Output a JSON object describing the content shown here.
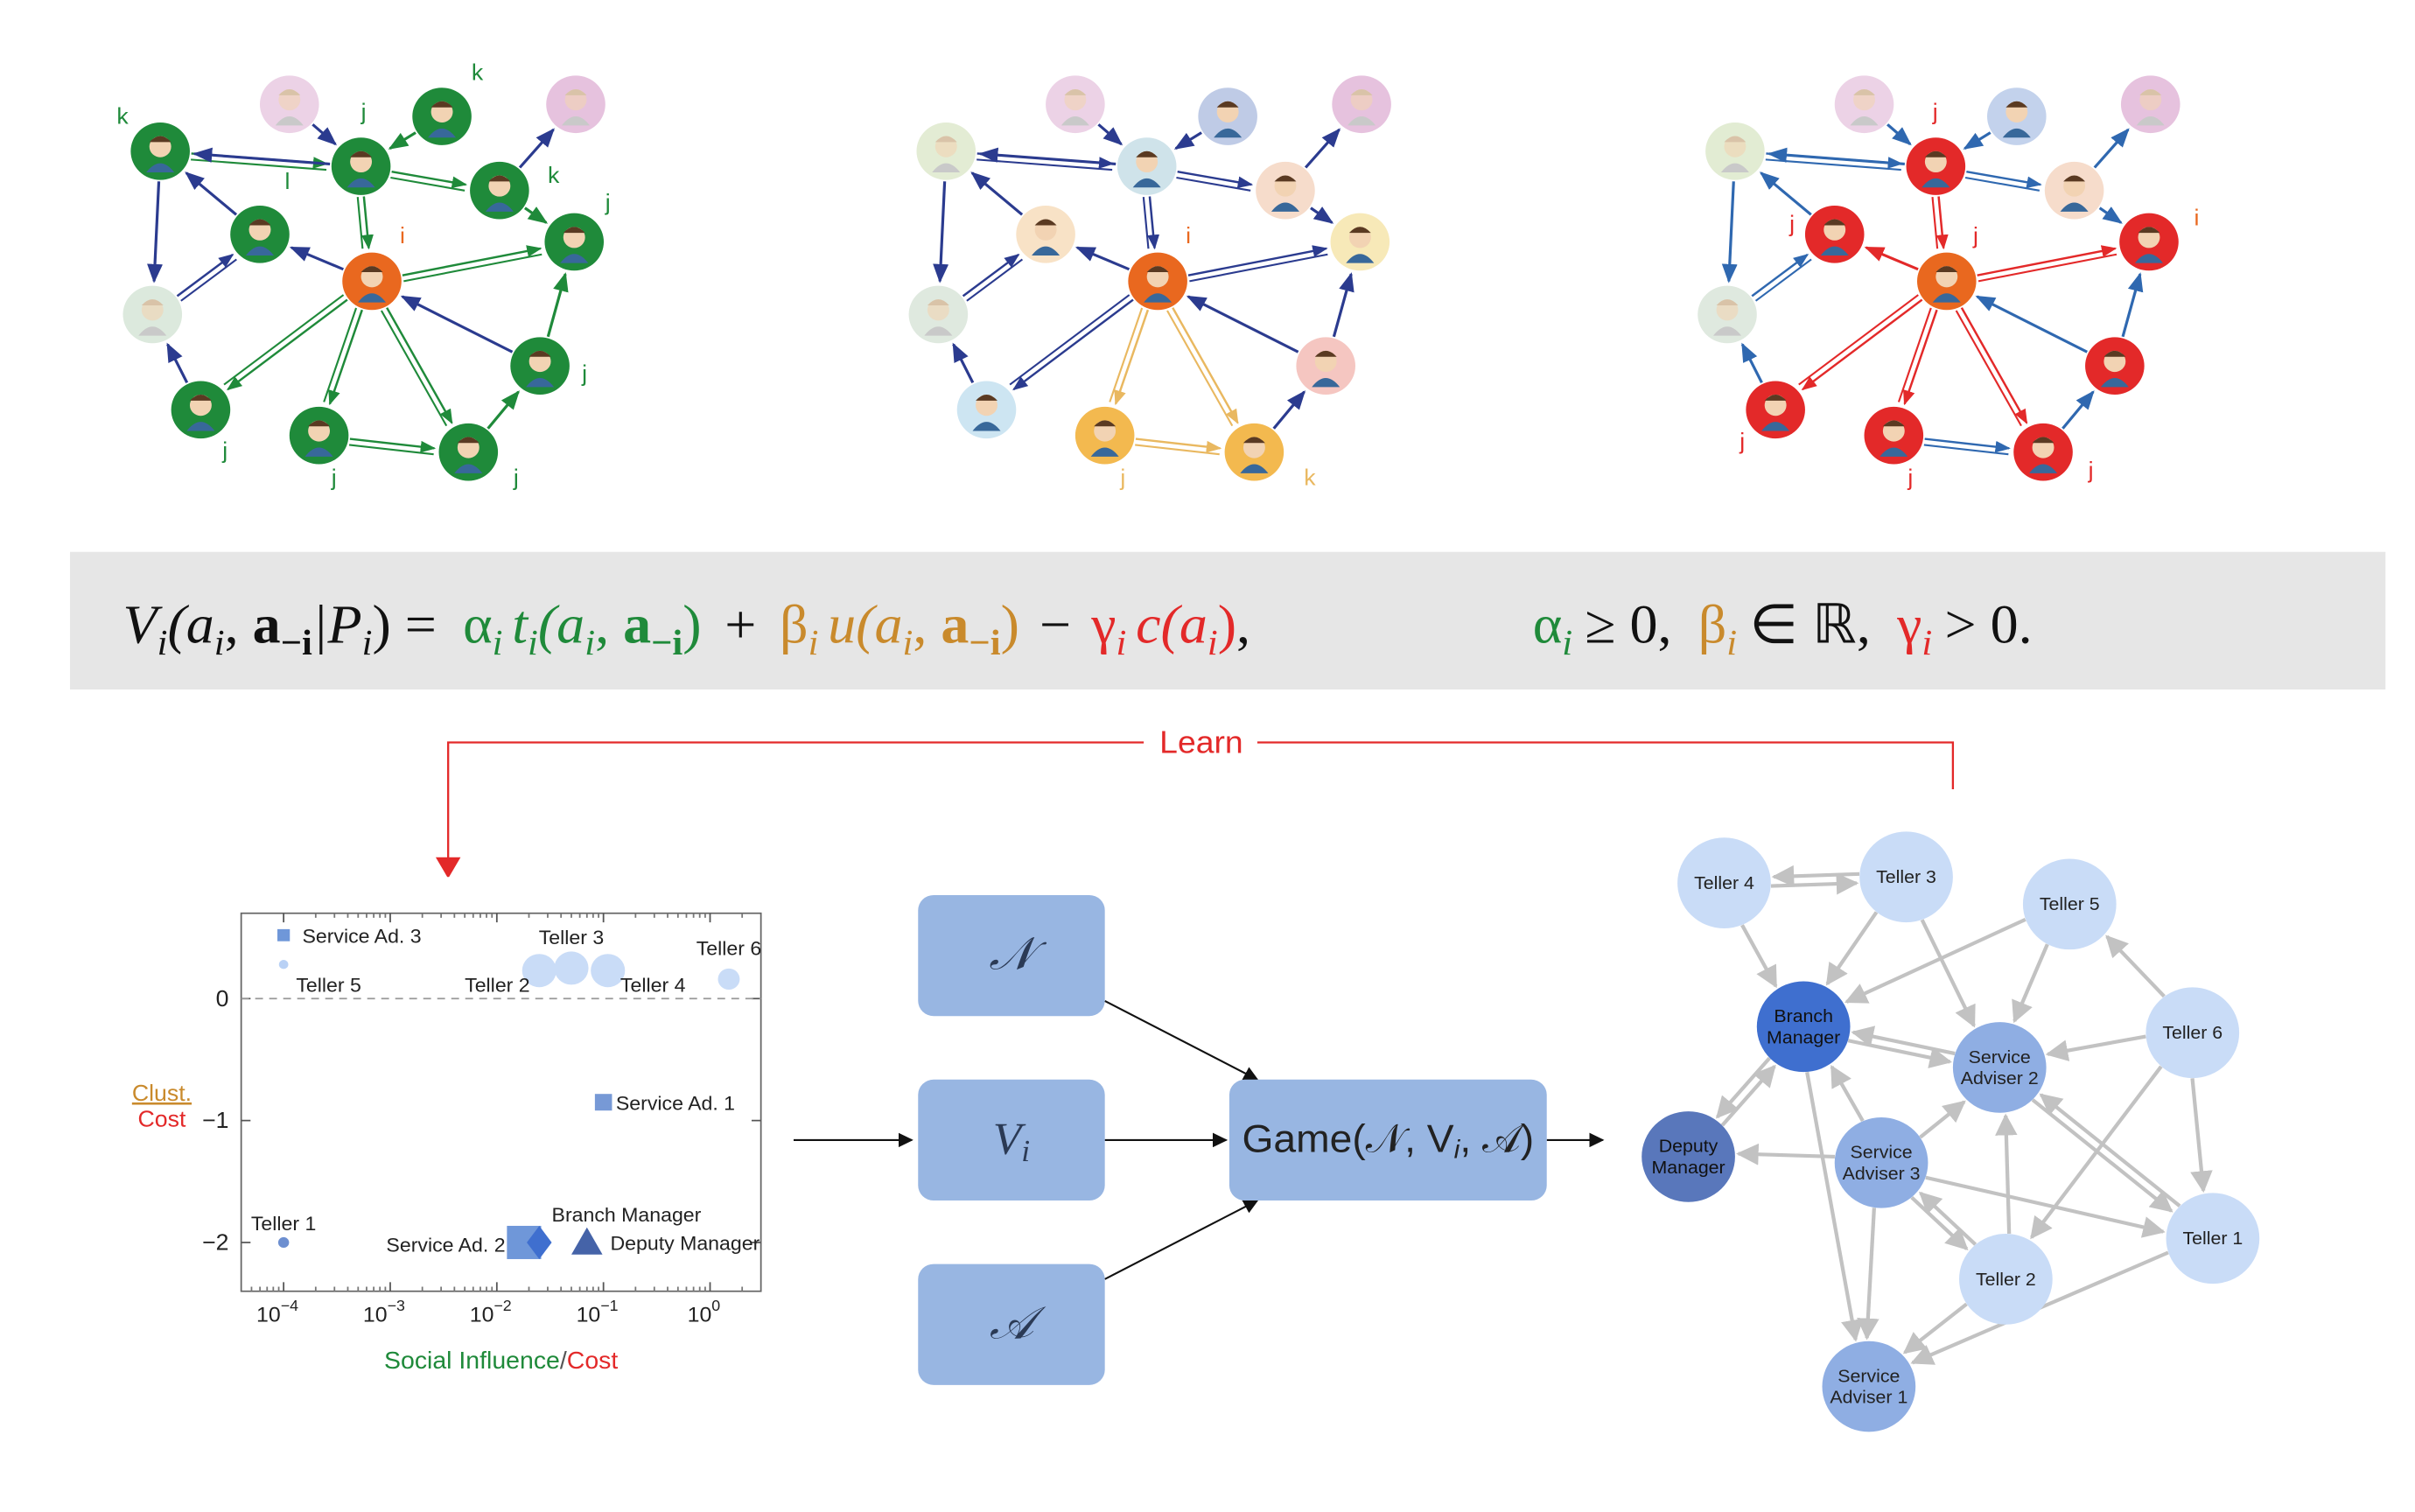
{
  "colors": {
    "green": "#1f8a3a",
    "orange": "#e9681f",
    "tan": "#c98a2c",
    "red": "#e32929",
    "navy": "#2b3b8f",
    "steel": "#2f68b0",
    "lightblue": "#c9dcf7",
    "midblue": "#8faee3",
    "darkblue": "#3f6fcf",
    "slateblue": "#5977bb",
    "boxblue": "#98b6e2",
    "eqbg": "#e6e6e6"
  },
  "equation": {
    "lhs": "V",
    "lhs_sub": "i",
    "lhs_args": "(a",
    "lhs_args2": ", ",
    "a_vec": "a",
    "minus_i": "−i",
    "cond": "|P",
    "close": ") =",
    "alpha": "α",
    "t_term": "t",
    "args": "(a",
    "beta": "β",
    "u_term": "u",
    "gamma": "γ",
    "c_term": "c",
    "c_args": "(a",
    "plus": "+",
    "minus": "−",
    "close_paren": ")",
    "comma": ",",
    "alpha_cond": "≥ 0,",
    "beta_cond": "∈ ℝ,",
    "gamma_cond": "> 0."
  },
  "learn_label": "Learn",
  "networks": {
    "panel1_labels": [
      "k",
      "j",
      "k",
      "k",
      "l",
      "i",
      "j",
      "j",
      "j",
      "j",
      "j"
    ],
    "panel2_labels": [
      "i",
      "j",
      "k"
    ],
    "panel3_labels": [
      "j",
      "j",
      "i",
      "j",
      "j",
      "j",
      "j"
    ]
  },
  "chart_data": {
    "type": "scatter",
    "xscale": "log",
    "xlabel_part1": "Social Influence",
    "xlabel_sep": "/",
    "xlabel_part2": "Cost",
    "ylabel_num": "Clust.",
    "ylabel_den": "Cost",
    "x_ticks": [
      "10",
      "10",
      "10",
      "10",
      "10",
      "10"
    ],
    "x_tick_exps": [
      "−4",
      "−3",
      "−2",
      "−1",
      "0",
      ""
    ],
    "y_ticks": [
      "0",
      "−1",
      "−2"
    ],
    "ylim": [
      -2.4,
      0.7
    ],
    "xlim": [
      4e-05,
      3
    ],
    "grid": false,
    "reference_line_y": 0,
    "points": [
      {
        "label": "Service Ad. 3",
        "x": 0.0001,
        "y": 0.52,
        "marker": "square"
      },
      {
        "label": "Teller 5",
        "x": 0.0001,
        "y": 0.28,
        "marker": "circle"
      },
      {
        "label": "Teller 3",
        "x": 0.05,
        "y": 0.25,
        "marker": "circle"
      },
      {
        "label": "Teller 2",
        "x": 0.025,
        "y": 0.23,
        "marker": "circle"
      },
      {
        "label": "Teller 4",
        "x": 0.11,
        "y": 0.23,
        "marker": "circle"
      },
      {
        "label": "Teller 6",
        "x": 1.5,
        "y": 0.16,
        "marker": "circle"
      },
      {
        "label": "Service Ad. 1",
        "x": 0.1,
        "y": -0.85,
        "marker": "square"
      },
      {
        "label": "Teller 1",
        "x": 0.0001,
        "y": -2.0,
        "marker": "circle"
      },
      {
        "label": "Service Ad. 2",
        "x": 0.018,
        "y": -2.0,
        "marker": "square"
      },
      {
        "label": "Branch Manager",
        "x": 0.025,
        "y": -2.0,
        "marker": "diamond"
      },
      {
        "label": "Deputy Manager",
        "x": 0.07,
        "y": -2.0,
        "marker": "triangle"
      }
    ]
  },
  "boxes": {
    "n_label": "𝒩",
    "v_label": "V",
    "v_sub": "i",
    "a_label": "𝒜",
    "game_label": "Game(𝒩, V",
    "game_sub": "i",
    "game_tail": ", 𝒜)"
  },
  "learned_graph": {
    "nodes": [
      {
        "id": "Teller 4",
        "lines": [
          "Teller 4"
        ]
      },
      {
        "id": "Teller 3",
        "lines": [
          "Teller 3"
        ]
      },
      {
        "id": "Teller 5",
        "lines": [
          "Teller 5"
        ]
      },
      {
        "id": "Branch Manager",
        "lines": [
          "Branch",
          "Manager"
        ]
      },
      {
        "id": "Service Adviser 2",
        "lines": [
          "Service",
          "Adviser 2"
        ]
      },
      {
        "id": "Teller 6",
        "lines": [
          "Teller 6"
        ]
      },
      {
        "id": "Deputy Manager",
        "lines": [
          "Deputy",
          "Manager"
        ]
      },
      {
        "id": "Service Adviser 3",
        "lines": [
          "Service",
          "Adviser 3"
        ]
      },
      {
        "id": "Teller 1",
        "lines": [
          "Teller 1"
        ]
      },
      {
        "id": "Teller 2",
        "lines": [
          "Teller 2"
        ]
      },
      {
        "id": "Service Adviser 1",
        "lines": [
          "Service",
          "Adviser 1"
        ]
      }
    ]
  }
}
